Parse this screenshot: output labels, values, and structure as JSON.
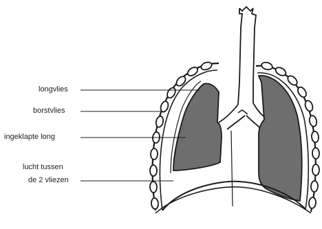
{
  "labels": {
    "longvlies": "longvlies",
    "borstvlies": "borstvlies",
    "ingeklapte_long": "ingeklapte long",
    "lucht_line1": "lucht tussen",
    "lucht_line2": "de 2 vliezen"
  },
  "colors": {
    "outline": "#1a1a1a",
    "lung_fill": "#6e6e6e",
    "background": "#ffffff"
  }
}
